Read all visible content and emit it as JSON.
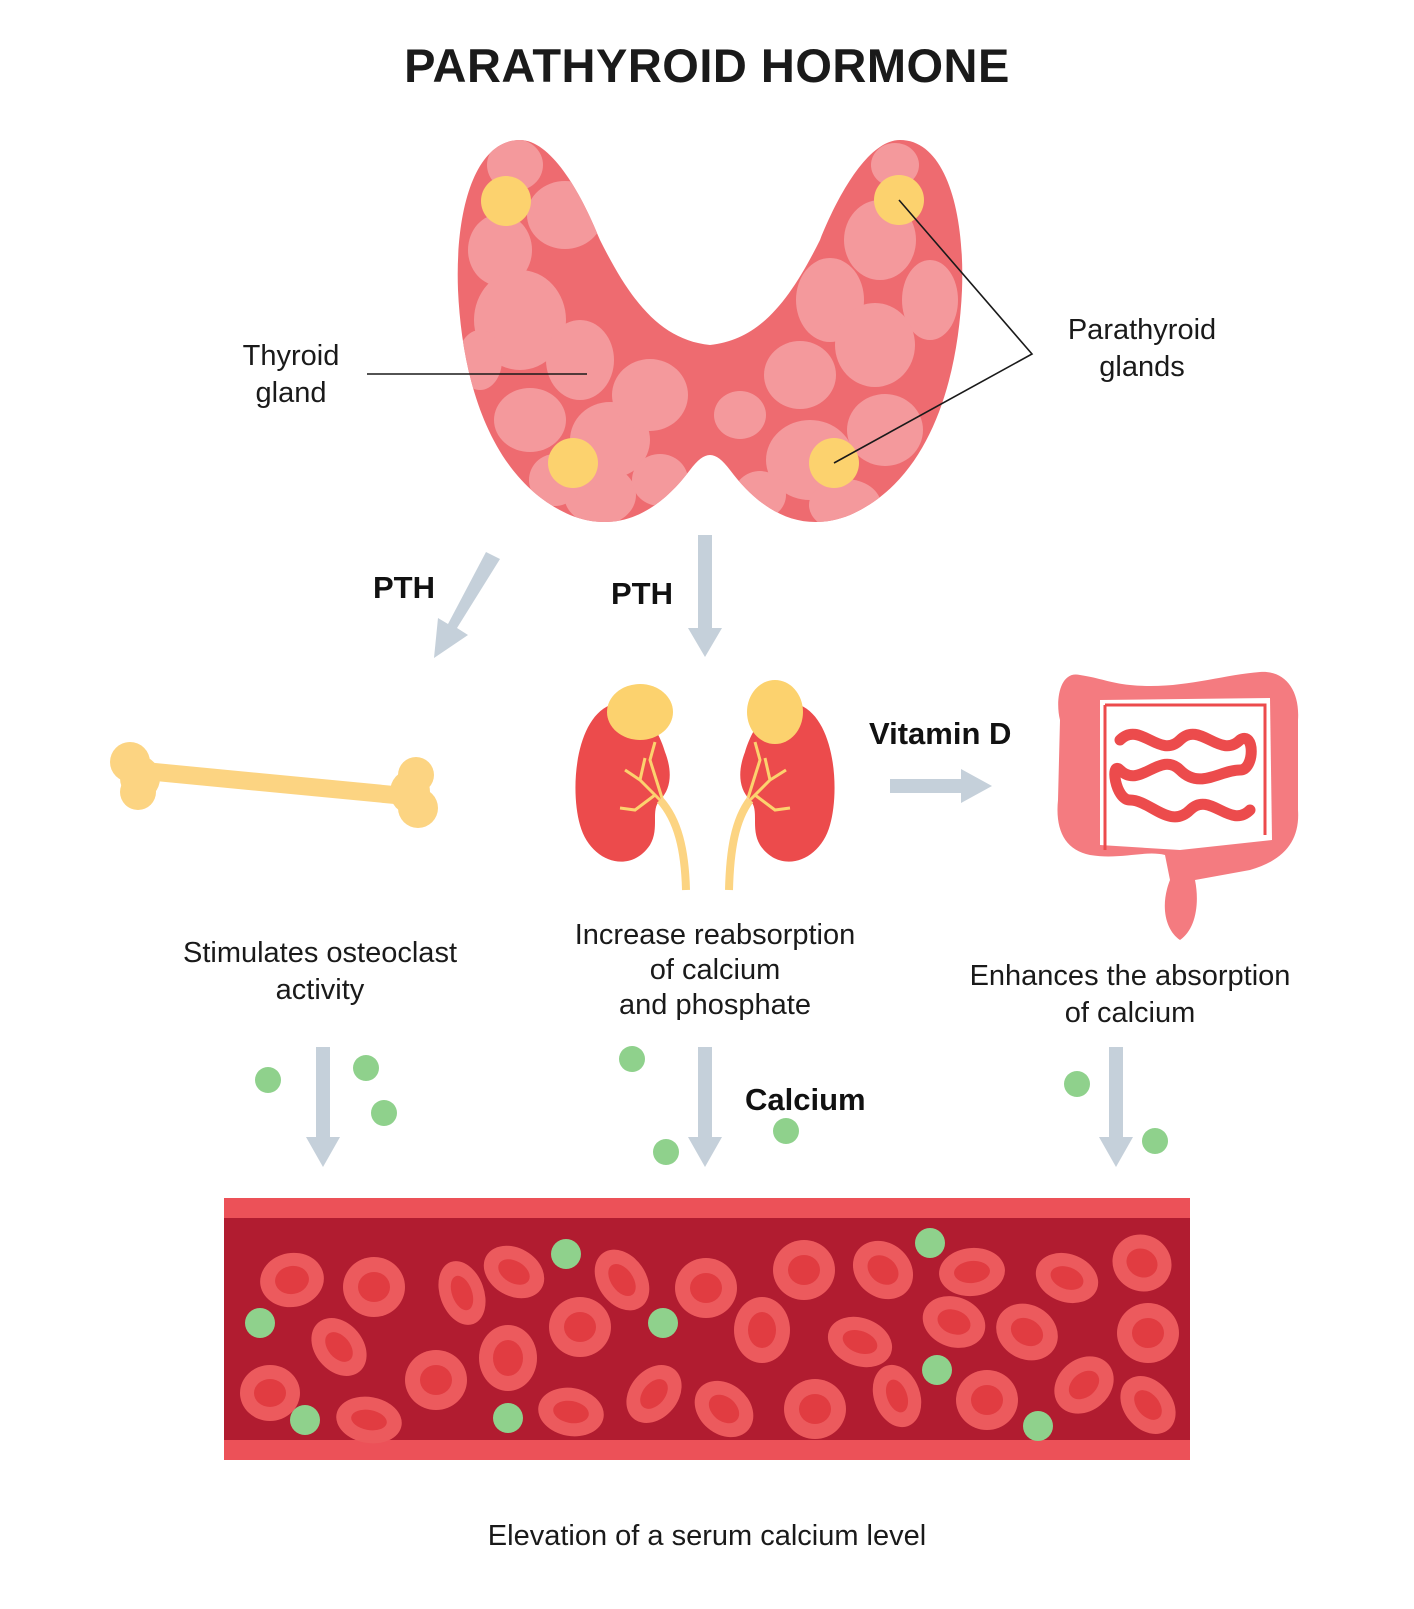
{
  "title": "PARATHYROID  HORMONE",
  "labels": {
    "thyroid_line1": "Thyroid",
    "thyroid_line2": "gland",
    "parathyroid_line1": "Parathyroid",
    "parathyroid_line2": "glands",
    "pth_left": "PTH",
    "pth_center": "PTH",
    "vitamin_d": "Vitamin D",
    "bone_line1": "Stimulates osteoclast",
    "bone_line2": "activity",
    "kidney_line1": "Increase reabsorption",
    "kidney_line2": "of calcium",
    "kidney_line3": "and phosphate",
    "intestine_line1": "Enhances the absorption",
    "intestine_line2": "of calcium",
    "calcium": "Calcium",
    "footer": "Elevation of a serum calcium level"
  },
  "colors": {
    "thyroid": "#ee6b70",
    "thyroid_lobule": "#f4999c",
    "parathyroid": "#fcd26e",
    "bone": "#fcd482",
    "kidney": "#ec4b4c",
    "intestine": "#f47b80",
    "arrow": "#c5d0da",
    "calcium_dot": "#8fd18c",
    "vessel_outer": "#ec5158",
    "vessel_inner": "#b11c30",
    "rbc": "#ec5a5d",
    "rbc_center": "#e13c41"
  }
}
